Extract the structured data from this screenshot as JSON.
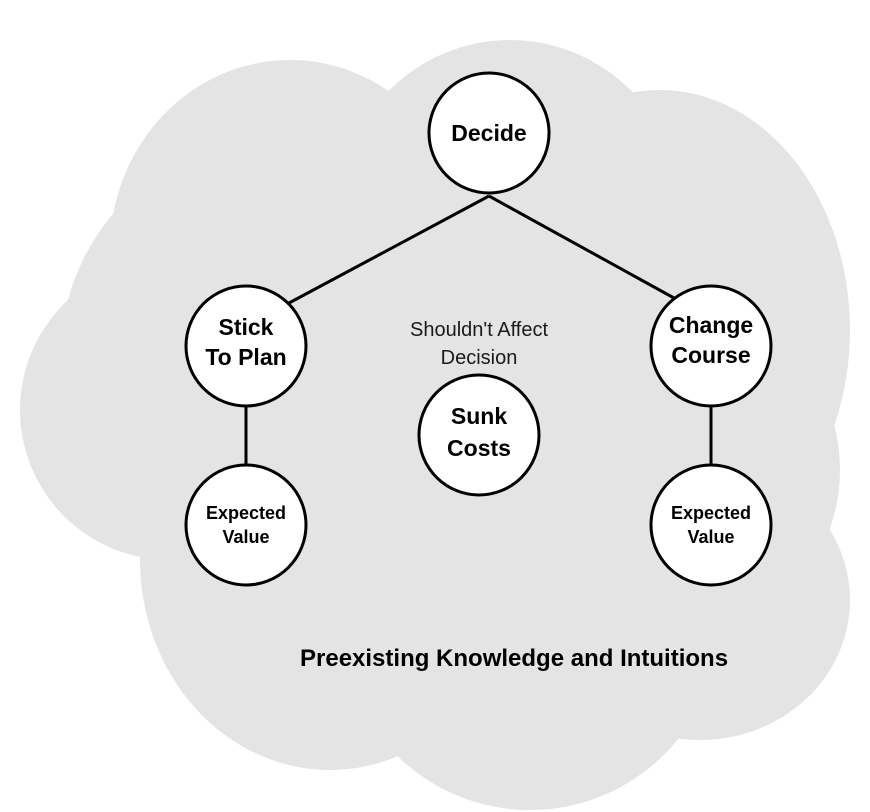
{
  "colors": {
    "cloud_fill": "#e4e4e4",
    "node_fill": "#ffffff",
    "stroke": "#000000"
  },
  "diagram": {
    "nodes": {
      "decide": {
        "lines": [
          "Decide"
        ]
      },
      "stick_to_plan": {
        "lines": [
          "Stick",
          "To Plan"
        ]
      },
      "change_course": {
        "lines": [
          "Change",
          "Course"
        ]
      },
      "sunk_costs": {
        "lines": [
          "Sunk",
          "Costs"
        ]
      },
      "expected_value_left": {
        "lines": [
          "Expected",
          "Value"
        ]
      },
      "expected_value_right": {
        "lines": [
          "Expected",
          "Value"
        ]
      }
    },
    "edges": [
      {
        "from": "decide",
        "to": "stick_to_plan"
      },
      {
        "from": "decide",
        "to": "change_course"
      },
      {
        "from": "stick_to_plan",
        "to": "expected_value_left"
      },
      {
        "from": "change_course",
        "to": "expected_value_right"
      }
    ],
    "annotation": {
      "lines": [
        "Shouldn't Affect",
        "Decision"
      ]
    },
    "caption": "Preexisting Knowledge and Intuitions"
  }
}
